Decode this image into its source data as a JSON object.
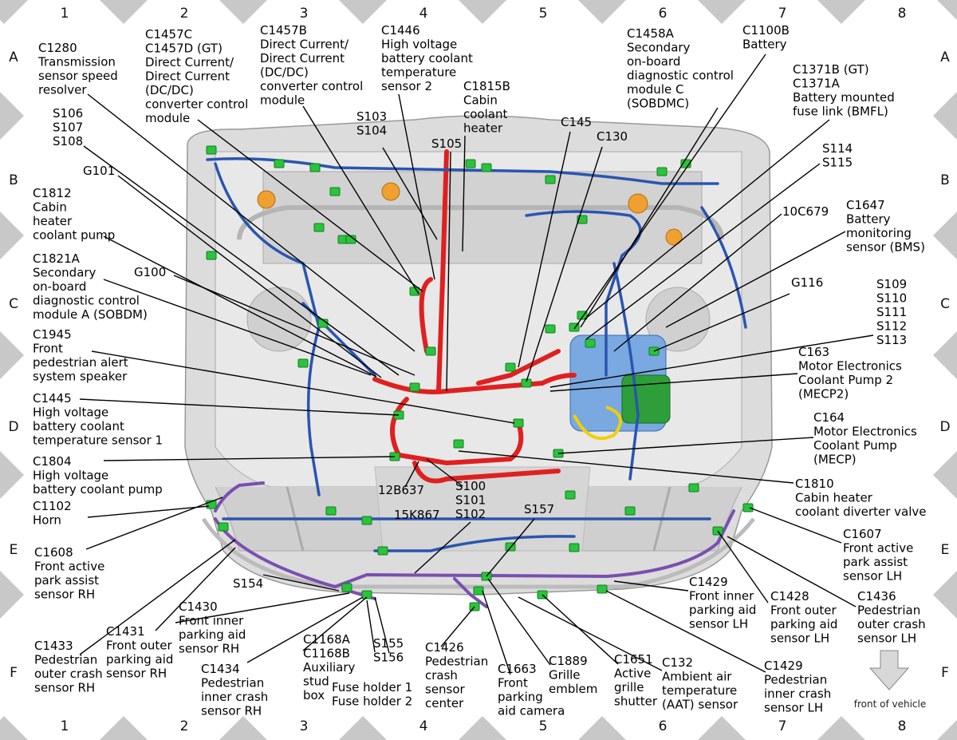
{
  "grid": {
    "columns": [
      "1",
      "2",
      "3",
      "4",
      "5",
      "6",
      "7",
      "8"
    ],
    "rows": [
      "A",
      "B",
      "C",
      "D",
      "E",
      "F"
    ]
  },
  "labels": [
    {
      "id": "c1280",
      "lines": [
        "C1280",
        "Transmission",
        "sensor speed",
        "resolver"
      ]
    },
    {
      "id": "c1457c",
      "lines": [
        "C1457C",
        "C1457D (GT)",
        "Direct Current/",
        "Direct Current",
        "(DC/DC)",
        "converter control",
        "module"
      ]
    },
    {
      "id": "c1457b",
      "lines": [
        "C1457B",
        "Direct Current/",
        "Direct Current",
        "(DC/DC)",
        "converter control",
        "module"
      ]
    },
    {
      "id": "c1446",
      "lines": [
        "C1446",
        "High voltage",
        "battery coolant",
        "temperature",
        "sensor 2"
      ]
    },
    {
      "id": "c1815b",
      "lines": [
        "C1815B",
        "Cabin",
        "coolant",
        "heater"
      ]
    },
    {
      "id": "c1458a",
      "lines": [
        "C1458A",
        "Secondary",
        "on-board",
        "diagnostic control",
        "module C",
        "(SOBDMC)"
      ]
    },
    {
      "id": "c1100b",
      "lines": [
        "C1100B",
        "Battery"
      ]
    },
    {
      "id": "c1371",
      "lines": [
        "C1371B (GT)",
        "C1371A",
        "Battery mounted",
        "fuse link (BMFL)"
      ]
    },
    {
      "id": "s106",
      "lines": [
        "S106",
        "S107",
        "S108"
      ]
    },
    {
      "id": "s103",
      "lines": [
        "S103",
        "S104"
      ]
    },
    {
      "id": "s105",
      "lines": [
        "S105"
      ]
    },
    {
      "id": "c145",
      "lines": [
        "C145"
      ]
    },
    {
      "id": "c130",
      "lines": [
        "C130"
      ]
    },
    {
      "id": "s114",
      "lines": [
        "S114",
        "S115"
      ]
    },
    {
      "id": "g101",
      "lines": [
        "G101"
      ]
    },
    {
      "id": "c1812",
      "lines": [
        "C1812",
        "Cabin",
        "heater",
        "coolant pump"
      ]
    },
    {
      "id": "c10c679",
      "lines": [
        "10C679"
      ]
    },
    {
      "id": "c1647",
      "lines": [
        "C1647",
        "Battery",
        "monitoring",
        "sensor (BMS)"
      ]
    },
    {
      "id": "c1821a",
      "lines": [
        "C1821A",
        "Secondary",
        "on-board",
        "diagnostic control",
        "module A (SOBDM)"
      ]
    },
    {
      "id": "g100",
      "lines": [
        "G100"
      ]
    },
    {
      "id": "g116",
      "lines": [
        "G116"
      ]
    },
    {
      "id": "s109",
      "lines": [
        "S109",
        "S110",
        "S111",
        "S112",
        "S113"
      ]
    },
    {
      "id": "c1945",
      "lines": [
        "C1945",
        "Front",
        "pedestrian alert",
        "system speaker"
      ]
    },
    {
      "id": "c163",
      "lines": [
        "C163",
        "Motor Electronics",
        "Coolant Pump 2",
        "(MECP2)"
      ]
    },
    {
      "id": "c1445",
      "lines": [
        "C1445",
        "High voltage",
        "battery coolant",
        "temperature sensor 1"
      ]
    },
    {
      "id": "c164",
      "lines": [
        "C164",
        "Motor Electronics",
        "Coolant Pump",
        "(MECP)"
      ]
    },
    {
      "id": "c1804",
      "lines": [
        "C1804",
        "High voltage",
        "battery coolant pump"
      ]
    },
    {
      "id": "c12b637",
      "lines": [
        "12B637"
      ]
    },
    {
      "id": "s100",
      "lines": [
        "S100",
        "S101",
        "S102"
      ]
    },
    {
      "id": "c1810",
      "lines": [
        "C1810",
        "Cabin heater",
        "coolant diverter valve"
      ]
    },
    {
      "id": "c1102",
      "lines": [
        "C1102",
        "Horn"
      ]
    },
    {
      "id": "c15k867",
      "lines": [
        "15K867"
      ]
    },
    {
      "id": "s157",
      "lines": [
        "S157"
      ]
    },
    {
      "id": "c1607",
      "lines": [
        "C1607",
        "Front active",
        "park assist",
        "sensor LH"
      ]
    },
    {
      "id": "c1608",
      "lines": [
        "C1608",
        "Front active",
        "park assist",
        "sensor RH"
      ]
    },
    {
      "id": "s154",
      "lines": [
        "S154"
      ]
    },
    {
      "id": "c1429a",
      "lines": [
        "C1429",
        "Front inner",
        "parking aid",
        "sensor LH"
      ]
    },
    {
      "id": "c1428",
      "lines": [
        "C1428",
        "Front outer",
        "parking aid",
        "sensor LH"
      ]
    },
    {
      "id": "c1436",
      "lines": [
        "C1436",
        "Pedestrian",
        "outer crash",
        "sensor LH"
      ]
    },
    {
      "id": "c1430",
      "lines": [
        "C1430",
        "Front inner",
        "parking aid",
        "sensor RH"
      ]
    },
    {
      "id": "c1433",
      "lines": [
        "C1433",
        "Pedestrian",
        "outer crash",
        "sensor RH"
      ]
    },
    {
      "id": "c1431",
      "lines": [
        "C1431",
        "Front outer",
        "parking aid",
        "sensor RH"
      ]
    },
    {
      "id": "c1434",
      "lines": [
        "C1434",
        "Pedestrian",
        "inner crash",
        "sensor RH"
      ]
    },
    {
      "id": "c1168",
      "lines": [
        "C1168A",
        "C1168B",
        "Auxiliary",
        "stud",
        "box"
      ]
    },
    {
      "id": "fuse",
      "lines": [
        "Fuse holder 1",
        "Fuse holder 2"
      ]
    },
    {
      "id": "s155",
      "lines": [
        "S155",
        "S156"
      ]
    },
    {
      "id": "c1426",
      "lines": [
        "C1426",
        "Pedestrian",
        "crash",
        "sensor",
        "center"
      ]
    },
    {
      "id": "c1663",
      "lines": [
        "C1663",
        "Front",
        "parking",
        "aid camera"
      ]
    },
    {
      "id": "c1889",
      "lines": [
        "C1889",
        "Grille",
        "emblem"
      ]
    },
    {
      "id": "c1651",
      "lines": [
        "C1651",
        "Active",
        "grille",
        "shutter"
      ]
    },
    {
      "id": "c132",
      "lines": [
        "C132",
        "Ambient air",
        "temperature",
        "(AAT) sensor"
      ]
    },
    {
      "id": "c1429b",
      "lines": [
        "C1429",
        "Pedestrian",
        "inner crash",
        "sensor LH"
      ]
    }
  ],
  "orientation_caption": "front of vehicle",
  "colors": {
    "frame_diamond": "#c8c8c8",
    "body_panel": "#d9d9d9",
    "harness_red": "#e02020",
    "harness_blue": "#2a55b0",
    "harness_purple": "#7a4fb0",
    "connector_green": "#29c43c",
    "coolant_yellow": "#f0d000",
    "arrow_gray": "#bdbdbd"
  }
}
